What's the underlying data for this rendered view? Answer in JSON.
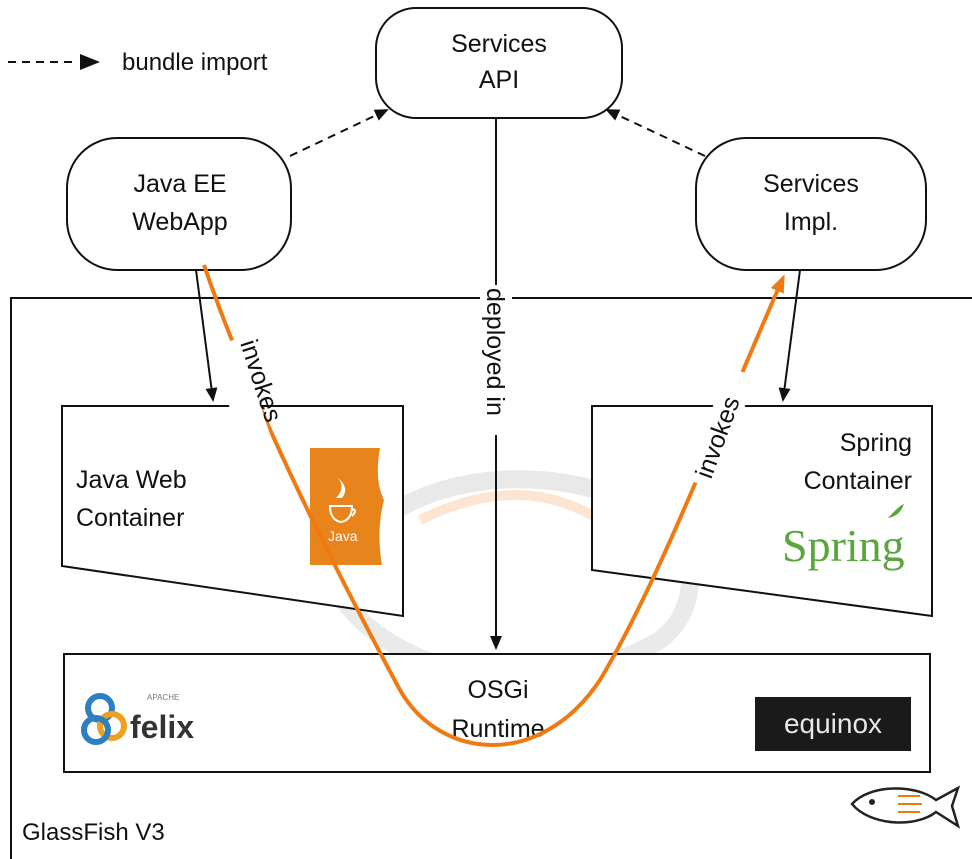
{
  "legend": {
    "label": "bundle import"
  },
  "nodes": {
    "services_api": [
      "Services",
      "API"
    ],
    "webapp": [
      "Java EE",
      "WebApp"
    ],
    "services_impl": [
      "Services",
      "Impl."
    ],
    "java_web_container": [
      "Java Web",
      "Container"
    ],
    "spring_container": [
      "Spring",
      "Container"
    ],
    "osgi_runtime": [
      "OSGi",
      "Runtime"
    ]
  },
  "edge_labels": {
    "deployed_in": "deployed in",
    "invokes_left": "invokes",
    "invokes_right": "invokes"
  },
  "logos": {
    "java": "Java",
    "spring": "Spring",
    "felix_small": "APACHE",
    "felix": "felix",
    "equinox": "equinox"
  },
  "frame_label": "GlassFish V3",
  "colors": {
    "invoke_arrow": "#f07a12",
    "stroke": "#111111",
    "java_logo": "#e8841c",
    "spring_logo": "#5aa63b",
    "felix_logo": "#2e7fbf",
    "equinox_bg": "#1a1a1a"
  },
  "icons": {
    "glassfish": "fish-icon",
    "java": "java-cup-icon",
    "felix": "felix-knot-icon",
    "spring": "spring-leaf-icon"
  }
}
